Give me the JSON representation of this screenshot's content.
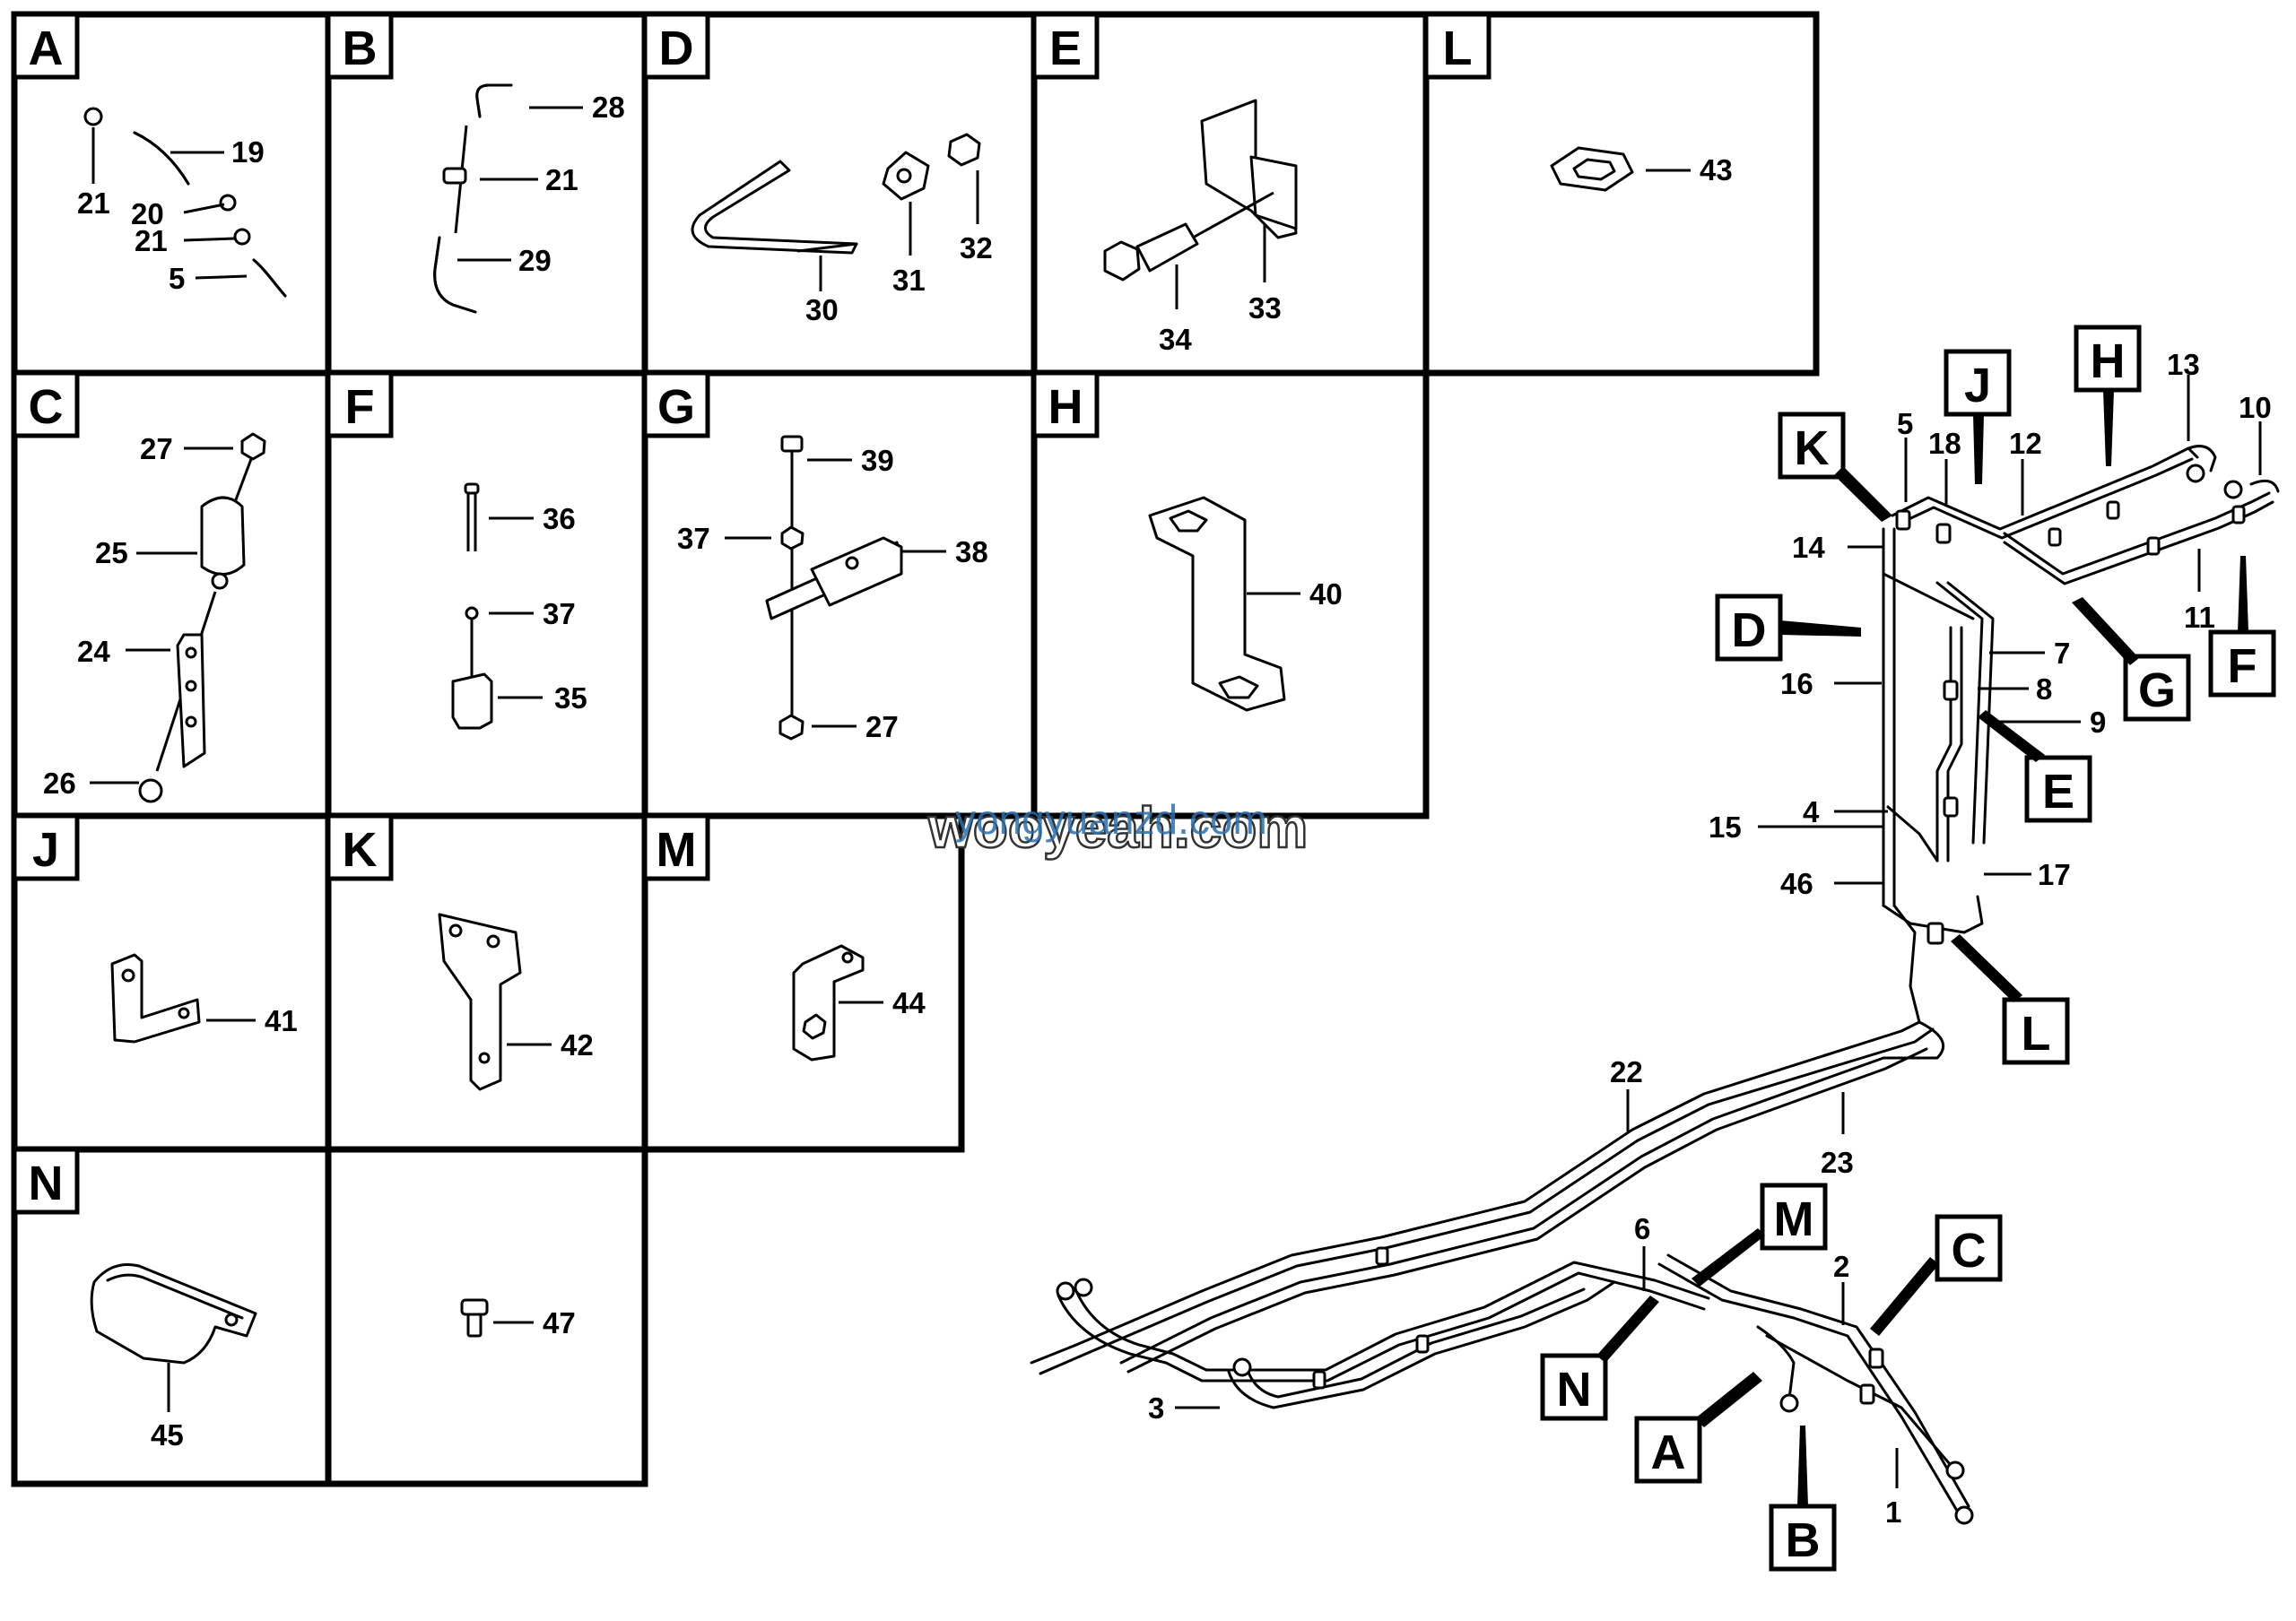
{
  "panels": [
    {
      "id": "A",
      "callouts": [
        "19",
        "21",
        "20",
        "21",
        "5"
      ]
    },
    {
      "id": "B",
      "callouts": [
        "28",
        "21",
        "29"
      ]
    },
    {
      "id": "D",
      "callouts": [
        "30",
        "31",
        "32"
      ]
    },
    {
      "id": "E",
      "callouts": [
        "34",
        "33"
      ]
    },
    {
      "id": "L",
      "callouts": [
        "43"
      ]
    },
    {
      "id": "C",
      "callouts": [
        "27",
        "25",
        "24",
        "26"
      ]
    },
    {
      "id": "F",
      "callouts": [
        "36",
        "37",
        "35"
      ]
    },
    {
      "id": "G",
      "callouts": [
        "39",
        "37",
        "38",
        "27"
      ]
    },
    {
      "id": "H",
      "callouts": [
        "40"
      ]
    },
    {
      "id": "J",
      "callouts": [
        "41"
      ]
    },
    {
      "id": "K",
      "callouts": [
        "42"
      ]
    },
    {
      "id": "M",
      "callouts": [
        "44"
      ]
    },
    {
      "id": "N",
      "callouts": [
        "45"
      ]
    },
    {
      "id": "",
      "callouts": [
        "47"
      ]
    }
  ],
  "assembly": {
    "detail_tags": [
      "K",
      "J",
      "H",
      "D",
      "G",
      "F",
      "E",
      "L",
      "M",
      "C",
      "N",
      "A",
      "B"
    ],
    "callouts": [
      "5",
      "18",
      "12",
      "13",
      "10",
      "14",
      "11",
      "7",
      "16",
      "8",
      "9",
      "4",
      "15",
      "17",
      "46",
      "22",
      "23",
      "6",
      "2",
      "3",
      "1"
    ]
  },
  "watermark": {
    "outline": "wooyeah.com",
    "overlay": "yongyuanzd.com"
  }
}
